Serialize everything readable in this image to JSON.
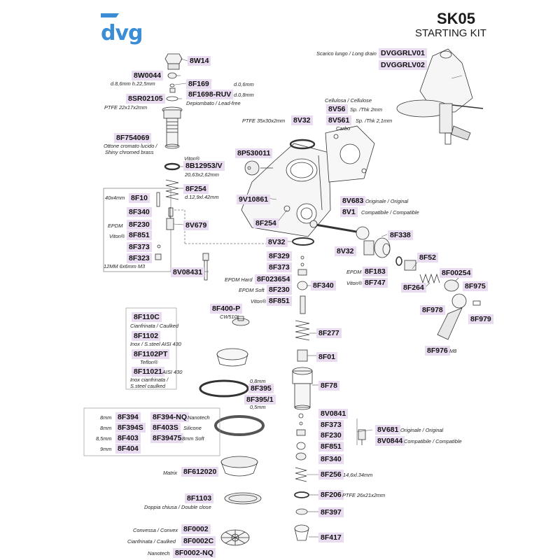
{
  "header": {
    "brand": "dvg",
    "title": "SK05",
    "subtitle": "STARTING KIT"
  },
  "colors": {
    "label_bg": "#e9dcf0",
    "brand": "#3b8ed6",
    "line": "#333333"
  },
  "parts": {
    "p8W14": "8W14",
    "p8W0044": "8W0044",
    "p8W0044_note": "d.8,6mm h.22,5mm",
    "p8F169": "8F169",
    "p8F169_note": "d.0,6mm",
    "p8F1698": "8F1698-RUV",
    "p8F1698_note1": "d.0,8mm",
    "p8F1698_note2": "Depiombato / Lead-free",
    "p8SR02105": "8SR02105",
    "p8SR02105_note": "PTFE 22x17x2mm",
    "p8F754069": "8F754069",
    "p8F754069_note1": "Ottone cromato lucido /",
    "p8F754069_note2": "Shiny chromed brass",
    "p8B12953_note0": "Viton®",
    "p8B12953": "8B12953/V",
    "p8B12953_note": "20,63x2,62mm",
    "p8F254a": "8F254",
    "p8F254a_note": "d.12,9xl.42mm",
    "p8F10_note": "40x4mm",
    "p8F10": "8F10",
    "p8F340a": "8F340",
    "p8F230a_note": "EPDM",
    "p8F230a": "8F230",
    "p8F851a_note": "Viton®",
    "p8F851a": "8F851",
    "p8V679": "8V679",
    "p8F373a": "8F373",
    "p8F323": "8F323",
    "p8F323_note": "12MM 6x6mm M3",
    "p8V08431": "8V08431",
    "p8P530011": "8P530011",
    "p9V10861": "9V10861",
    "p8F254b": "8F254",
    "pDVGGRLV_note": "Scarico lungo / Long drain",
    "pDVGGRLV01": "DVGGRLV01",
    "pDVGGRLV02": "DVGGRLV02",
    "p8V56_note0": "Cellulosa / Cellulose",
    "p8V56": "8V56",
    "p8V56_note": "Sp. /Thk 2mm",
    "p8V561": "8V561",
    "p8V561_note": "Sp. /Thk 2,1mm",
    "p8V561_note2": "Carbo",
    "p8V32a_note": "PTFE 35x30x2mm",
    "p8V32a": "8V32",
    "p8V683": "8V683",
    "p8V683_note": "Originale / Original",
    "p8V1": "8V1",
    "p8V1_note": "Compatibile / Compatible",
    "p8F338": "8F338",
    "p8V32b": "8V32",
    "p8V32c": "8V32",
    "p8F52": "8F52",
    "p8F183_note": "EPDM",
    "p8F183": "8F183",
    "p8F747_note": "Viton®",
    "p8F747": "8F747",
    "p8F00254": "8F00254",
    "p8F264": "8F264",
    "p8F975": "8F975",
    "p8F978": "8F978",
    "p8F979": "8F979",
    "p8F976": "8F976",
    "p8F976_note": "M8",
    "p8F329": "8F329",
    "p8F373b": "8F373",
    "p8F023654_note": "EPDM Hard",
    "p8F023654": "8F023654",
    "p8F230b_note": "EPDM Soft",
    "p8F230b": "8F230",
    "p8F851b_note": "Viton®",
    "p8F851b": "8F851",
    "p8F340b": "8F340",
    "p8F400P": "8F400-P",
    "p8F400P_note": "CW510L",
    "p8F277": "8F277",
    "p8F01": "8F01",
    "p8F78": "8F78",
    "p8F110C": "8F110C",
    "p8F110C_note": "Cianfrinata / Caulked",
    "p8F1102": "8F1102",
    "p8F1102_note": "Inox / S.steel AISI 430",
    "p8F1102PT": "8F1102PT",
    "p8F1102PT_note": "Teflon®",
    "p8F11021": "8F11021",
    "p8F11021_note": "AISI 430",
    "p8F11021_note2": "Inox cianfrinata /",
    "p8F11021_note3": "S.steel caulked",
    "p8F395_note": "0,8mm",
    "p8F395": "8F395",
    "p8F3951": "8F395/1",
    "p8F3951_note": "0,5mm",
    "p8F394_note": "8mm",
    "p8F394": "8F394",
    "p8F394NQ": "8F394-NQ",
    "p8F394NQ_note": "Nanotech",
    "p8F394S_note": "8mm",
    "p8F394S": "8F394S",
    "p8F403S": "8F403S",
    "p8F403S_note": "Silicone",
    "p8F403_note": "8,5mm",
    "p8F403": "8F403",
    "p8F39475": "8F39475",
    "p8F39475_note": "8mm Soft",
    "p8F404_note": "9mm",
    "p8F404": "8F404",
    "p8F612020_note": "Matrix",
    "p8F612020": "8F612020",
    "p8F1103": "8F1103",
    "p8F1103_note": "Doppia chiusa / Double close",
    "p8F0002_note": "Convessa / Convex",
    "p8F0002": "8F0002",
    "p8F0002C_note": "Cianfrinata / Caulked",
    "p8F0002C": "8F0002C",
    "p8F0002NQ_note": "Nanotech",
    "p8F0002NQ": "8F0002-NQ",
    "p8V0841": "8V0841",
    "p8F373c": "8F373",
    "p8F230c": "8F230",
    "p8F851c": "8F851",
    "p8F340c": "8F340",
    "p8V681": "8V681",
    "p8V681_note": "Originale / Original",
    "p8V0844": "8V0844",
    "p8V0844_note": "Compatibile / Compatible",
    "p8F256": "8F256",
    "p8F256_note": "14,6xl.34mm",
    "p8F206": "8F206",
    "p8F206_note": "PTFE 26x21x2mm",
    "p8F397": "8F397",
    "p8F417": "8F417"
  }
}
